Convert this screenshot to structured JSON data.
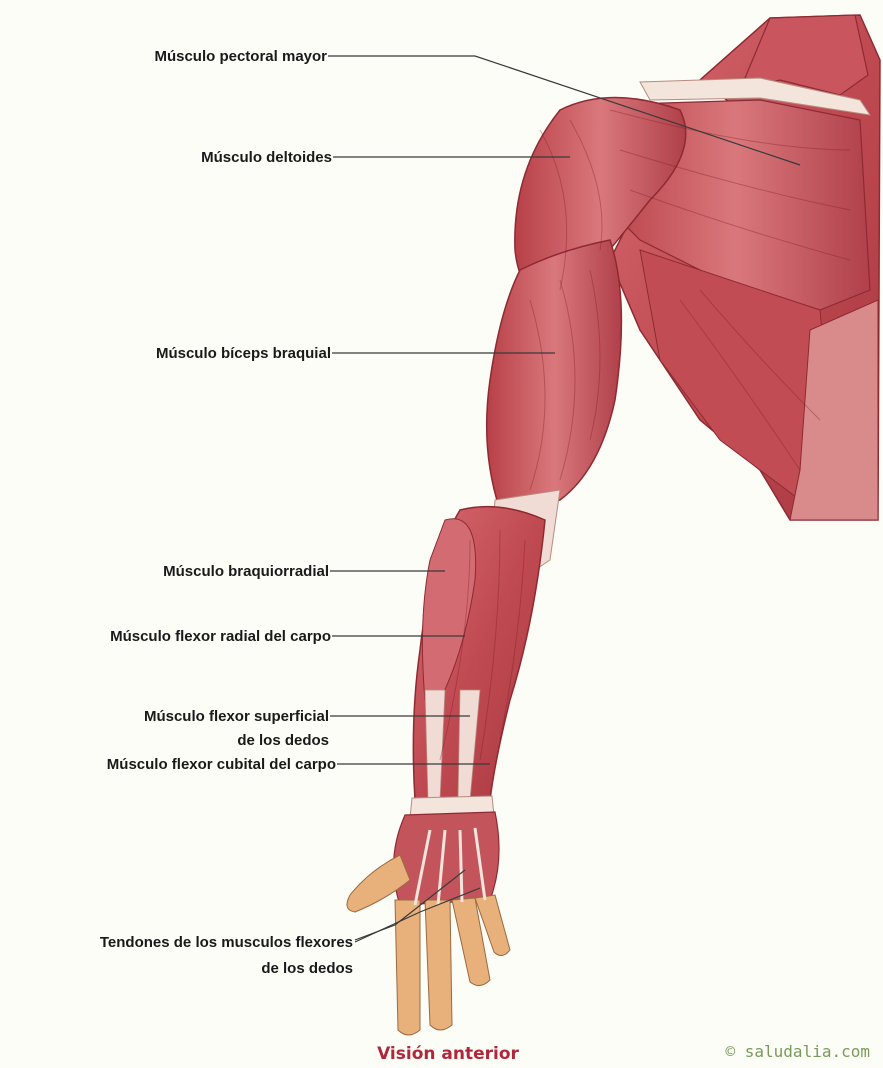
{
  "labels": {
    "pectoral": "Músculo pectoral mayor",
    "deltoides": "Músculo deltoides",
    "biceps": "Músculo bíceps braquial",
    "braquiorradial": "Músculo braquiorradial",
    "flexor_radial": "Músculo flexor radial del carpo",
    "flexor_superficial_1": "Músculo flexor superficial",
    "flexor_superficial_2": "de los dedos",
    "flexor_cubital": "Músculo flexor cubital del carpo",
    "tendones_1": "Tendones de los musculos flexores",
    "tendones_2": "de los dedos"
  },
  "caption": "Visión anterior",
  "credit": "© saludalia.com",
  "colors": {
    "muscle": "#c4545c",
    "muscle_dark": "#8e2a32",
    "muscle_light": "#e69a9c",
    "tendon": "#f3e4dc",
    "skin": "#e8b07a",
    "caption": "#b0263a",
    "credit": "#7a9a5a"
  }
}
